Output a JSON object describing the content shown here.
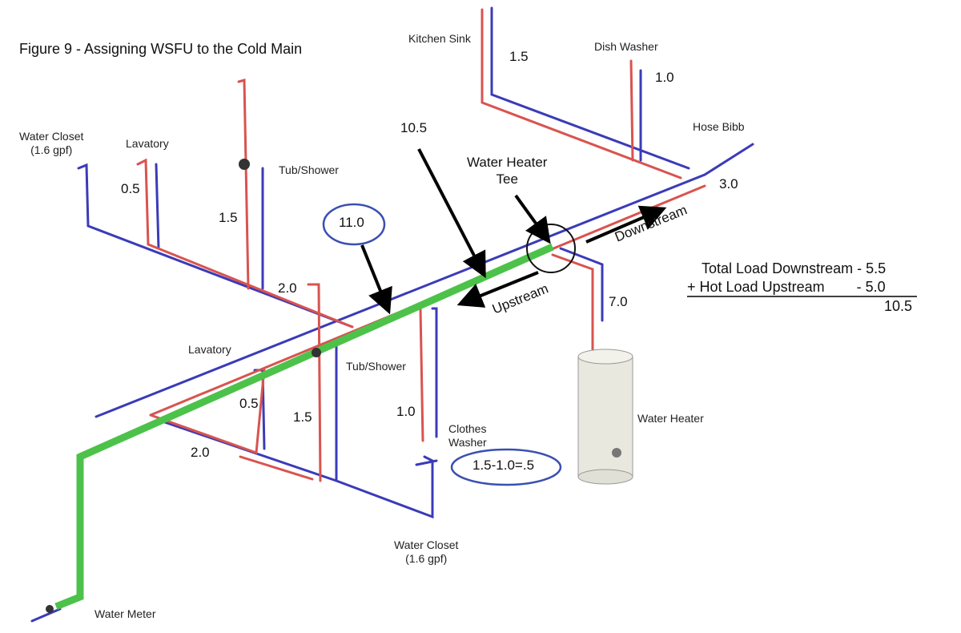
{
  "title": "Figure 9 - Assigning WSFU to the Cold Main",
  "fixtures": {
    "kitchen_sink": "Kitchen Sink",
    "dish_washer": "Dish Washer",
    "hose_bibb": "Hose Bibb",
    "water_closet_upper": "Water Closet",
    "water_closet_upper_gpf": "(1.6 gpf)",
    "lavatory_upper": "Lavatory",
    "tub_shower_upper": "Tub/Shower",
    "lavatory_lower": "Lavatory",
    "tub_shower_lower": "Tub/Shower",
    "clothes_washer": "Clothes\nWasher",
    "water_closet_lower": "Water Closet",
    "water_closet_lower_gpf": "(1.6 gpf)",
    "water_heater": "Water Heater",
    "water_meter": "Water Meter",
    "water_heater_tee": "Water Heater\nTee"
  },
  "values": {
    "kitchen_sink": "1.5",
    "dish_washer": "1.0",
    "hose_bibb_segment": "3.0",
    "lavatory_upper": "0.5",
    "tub_shower_upper": "1.5",
    "upper_branch": "2.0",
    "main_circled": "11.0",
    "main_upstream_of_tee": "10.5",
    "water_heater": "7.0",
    "lavatory_lower": "0.5",
    "tub_shower_lower": "1.5",
    "clothes_washer": "1.0",
    "lower_branch": "2.0",
    "clothes_washer_calc": "1.5-1.0=.5"
  },
  "directions": {
    "downstream": "Downstream",
    "upstream": "Upstream"
  },
  "calculation": {
    "line1": "Total Load Downstream - 5.5",
    "line2": "+ Hot Load Upstream        - 5.0",
    "result": "10.5"
  },
  "colors": {
    "cold": "#3b3bb8",
    "hot": "#d9534f",
    "main": "#4cc24a",
    "circle": "#3b4fb0"
  }
}
